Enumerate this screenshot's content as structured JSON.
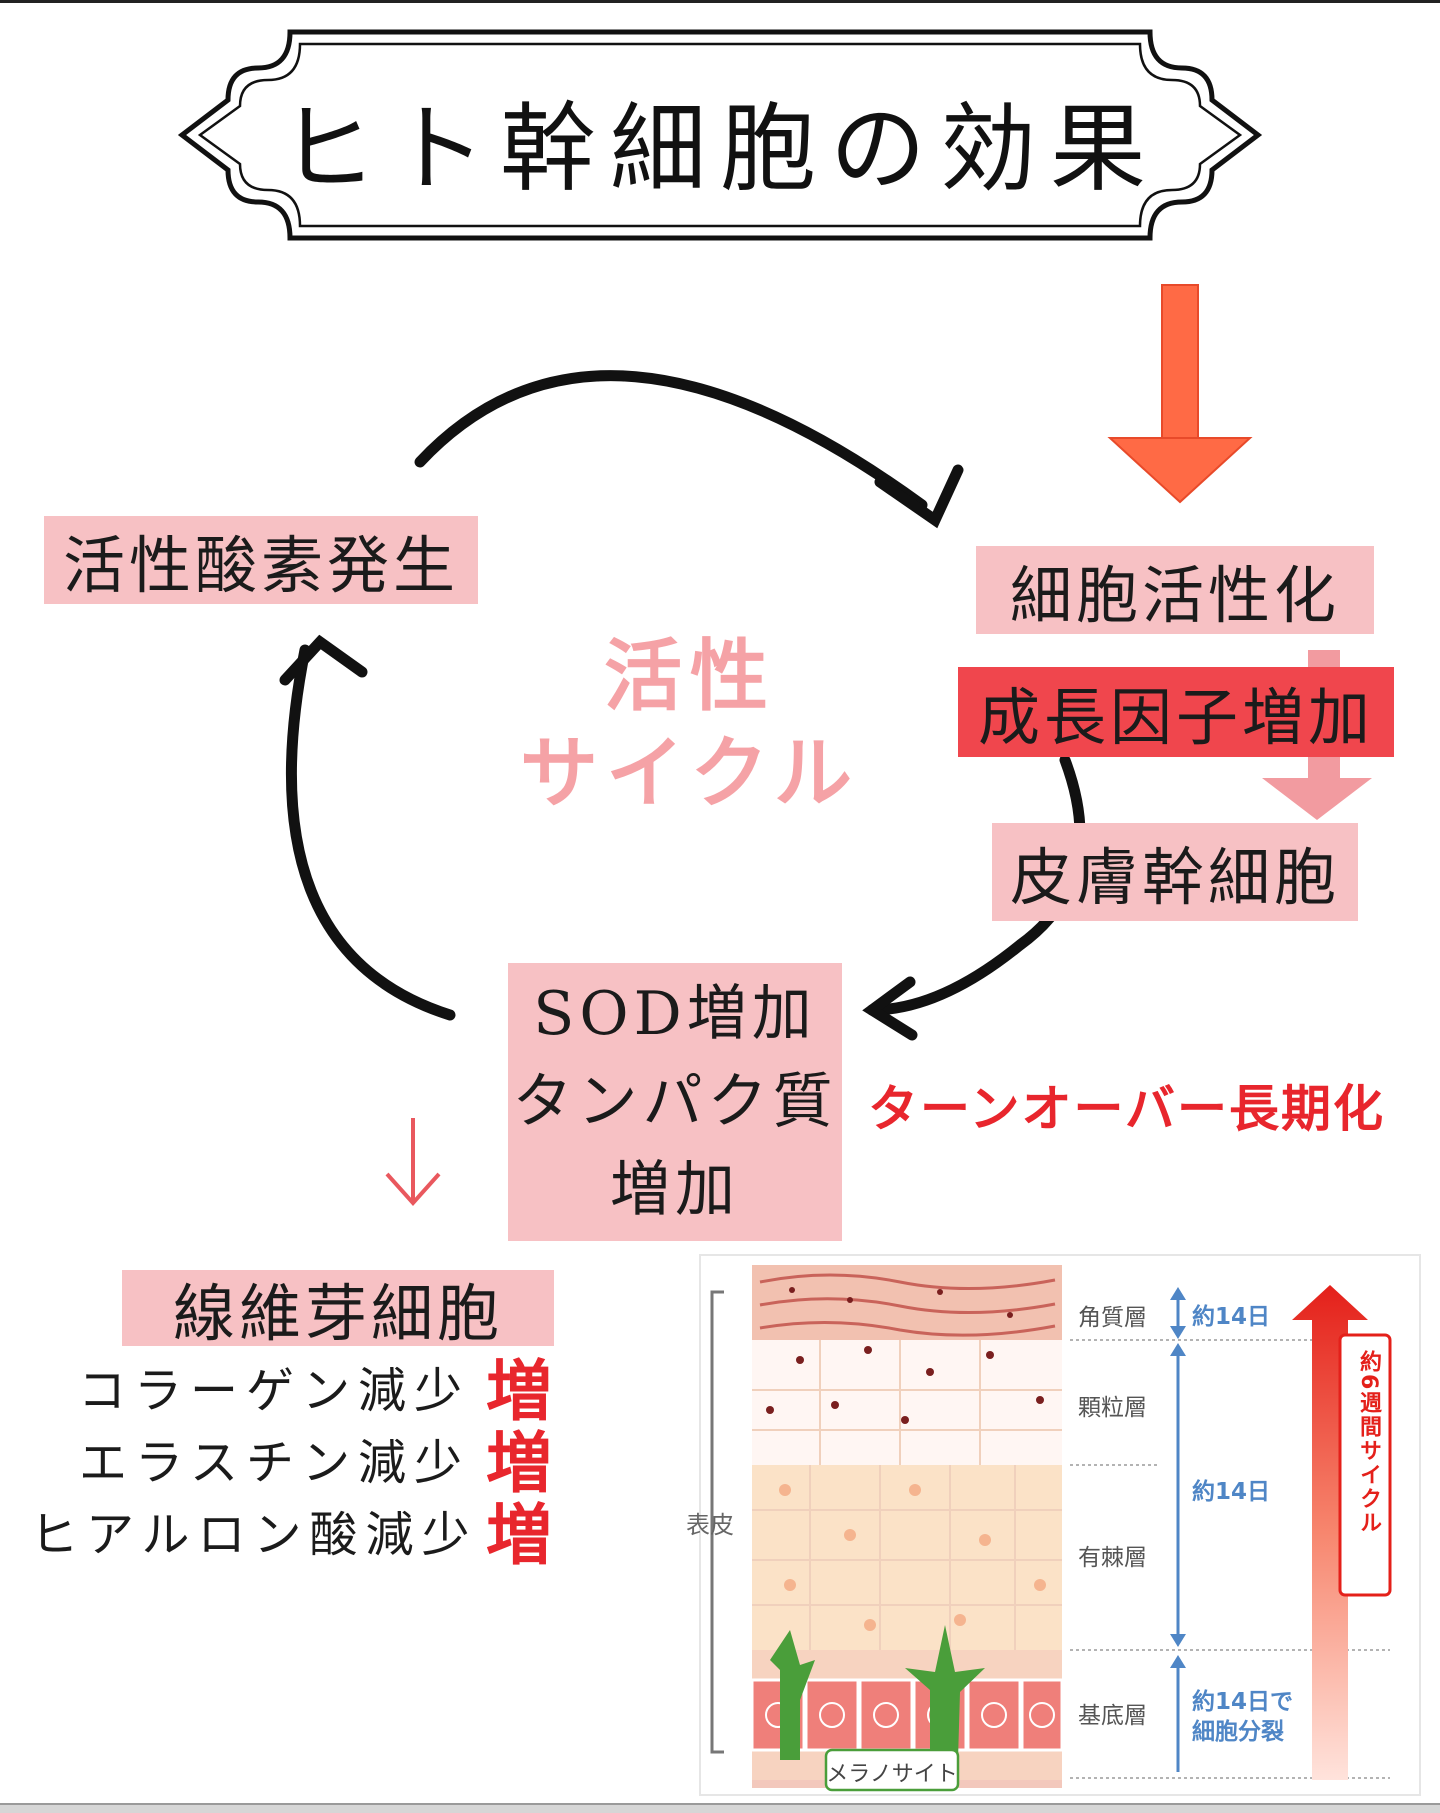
{
  "title": "ヒト幹細胞の効果",
  "cycle": {
    "center_line1": "活性",
    "center_line2": "サイクル",
    "left_label": "活性酸素発生",
    "right_label": "細胞活性化",
    "growth_label": "成長因子増加",
    "stem_label": "皮膚幹細胞",
    "sod_line1": "SOD増加",
    "sod_line2": "タンパク質",
    "sod_line3": "増加",
    "turnover_label": "ターンオーバー長期化"
  },
  "fibro": {
    "label": "線維芽細胞",
    "effects": [
      {
        "text": "コラーゲン減少",
        "mark": "増"
      },
      {
        "text": "エラスチン減少",
        "mark": "増"
      },
      {
        "text": "ヒアルロン酸減少",
        "mark": "増"
      }
    ]
  },
  "skin": {
    "epidermis": "表皮",
    "layers": [
      "角質層",
      "顆粒層",
      "有棘層",
      "基底層"
    ],
    "durations": [
      "約14日",
      "約14日",
      "約14日で",
      "細胞分裂"
    ],
    "cycle_label": "約6週間サイクル",
    "melanocyte": "メラノサイト"
  },
  "colors": {
    "label_pink": "#f7c1c4",
    "label_red": "#f0464d",
    "accent_red": "#e8262d",
    "arrow_orange": "#ff6a45",
    "center_pink": "#f5a2a6"
  }
}
